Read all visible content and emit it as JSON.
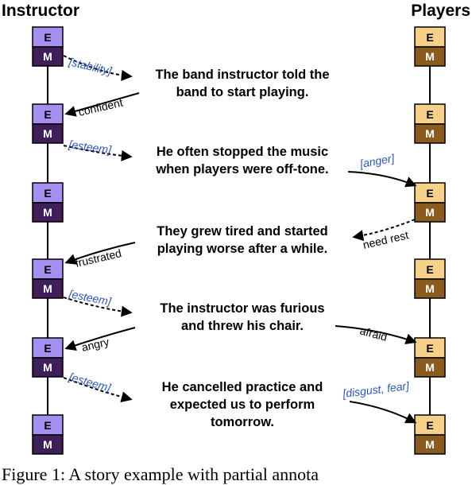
{
  "headers": {
    "left": "Instructor",
    "right": "Players"
  },
  "box_labels": {
    "top": "E",
    "bottom": "M"
  },
  "colors": {
    "instructor_top": "#a58ff0",
    "instructor_bottom": "#3f1f5a",
    "players_top": "#f7d089",
    "players_bottom": "#8b5a1e",
    "annotation_blue": "#2a55c8"
  },
  "sentences": [
    [
      "The band instructor told the",
      "band to start playing."
    ],
    [
      "He often stopped the music",
      "when players were off-tone."
    ],
    [
      "They grew tired and started",
      "playing worse after a while."
    ],
    [
      "The instructor was furious",
      "and threw his chair."
    ],
    [
      "He cancelled practice and",
      "expected us to perform",
      "tomorrow."
    ]
  ],
  "labels": {
    "stability": "[stability]",
    "confident": "confident",
    "esteem1": "[esteem]",
    "anger": "[anger]",
    "need_rest": "need rest",
    "frustrated": "frustrated",
    "esteem2": "[esteem]",
    "afraid": "afraid",
    "angry": "angry",
    "esteem3": "[esteem]",
    "disgust_fear": "[disgust, fear]"
  },
  "caption": "Figure 1:   A story example with partial annota"
}
